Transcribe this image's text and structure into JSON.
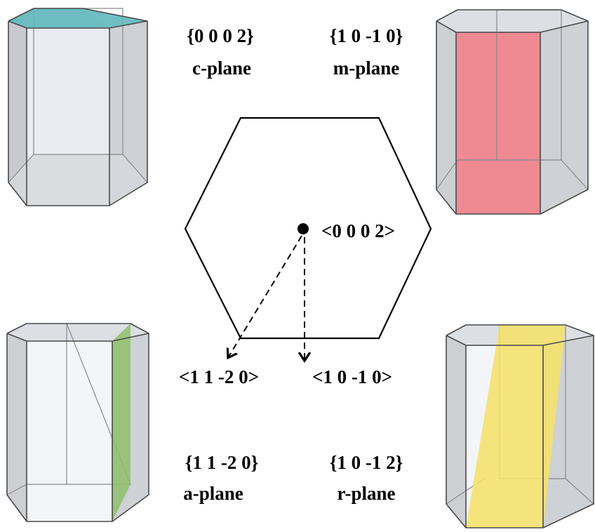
{
  "colors": {
    "prism_face": "#dcdfe3",
    "prism_side_dark": "#c4c7cb",
    "prism_inner": "#eef1f6",
    "prism_edge": "#4a4a4a",
    "c_plane": "#5fb8bd",
    "m_plane": "#ee7b84",
    "a_plane": "#8fbf6a",
    "r_plane": "#f5e16a",
    "hexagon_stroke": "#000000"
  },
  "planes": [
    {
      "id": "c",
      "indices": "{0 0 0 2}",
      "name": "c-plane",
      "highlight": "c_plane"
    },
    {
      "id": "m",
      "indices": "{1 0 -1 0}",
      "name": "m-plane",
      "highlight": "m_plane"
    },
    {
      "id": "a",
      "indices": "{1 1 -2 0}",
      "name": "a-plane",
      "highlight": "a_plane"
    },
    {
      "id": "r",
      "indices": "{1 0 -1 2}",
      "name": "r-plane",
      "highlight": "r_plane"
    }
  ],
  "directions": {
    "c_axis": "<0 0 0 2>",
    "a_direction": "<1 1 -2 0>",
    "m_direction": "<1 0 -1 0>"
  }
}
